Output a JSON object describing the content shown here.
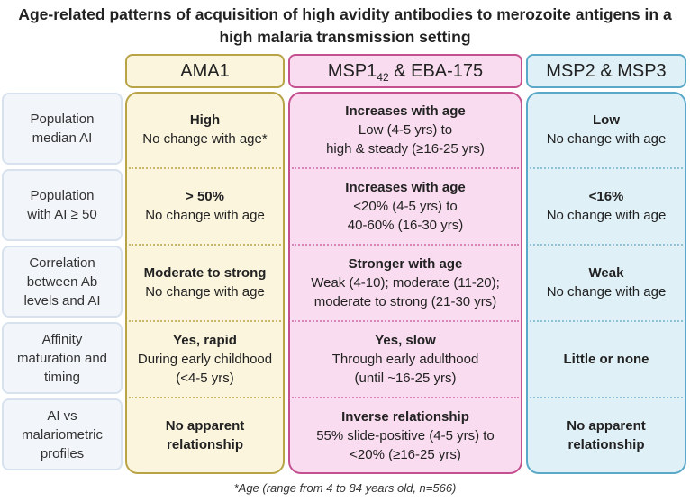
{
  "title": {
    "line1": "Age-related patterns of acquisition of high avidity antibodies to merozoite antigens in a",
    "line2": "high malaria transmission setting"
  },
  "columns": {
    "ama1": "AMA1",
    "msp142": {
      "prefix": "MSP1",
      "subscript": "42",
      "suffix": " & EBA-175"
    },
    "msp2": "MSP2 & MSP3"
  },
  "rows": [
    {
      "label": [
        "Population",
        "median AI"
      ],
      "ama1": {
        "head": "High",
        "lines": [
          "No change with age*"
        ]
      },
      "msp142": {
        "head": "Increases with age",
        "lines": [
          "Low (4-5 yrs) to",
          "high & steady (≥16-25 yrs)"
        ]
      },
      "msp2": {
        "head": "Low",
        "lines": [
          "No change with age"
        ]
      }
    },
    {
      "label": [
        "Population",
        "with AI ≥ 50"
      ],
      "ama1": {
        "head": "> 50%",
        "lines": [
          "No change with age"
        ]
      },
      "msp142": {
        "head": "Increases with age",
        "lines": [
          "<20% (4-5 yrs) to",
          "40-60% (16-30 yrs)"
        ]
      },
      "msp2": {
        "head": "<16%",
        "lines": [
          "No change with age"
        ]
      }
    },
    {
      "label": [
        "Correlation",
        "between Ab",
        "levels and AI"
      ],
      "ama1": {
        "head": "Moderate to strong",
        "lines": [
          "No change with age"
        ]
      },
      "msp142": {
        "head": "Stronger with age",
        "lines": [
          "Weak (4-10); moderate (11-20);",
          "moderate to strong (21-30 yrs)"
        ]
      },
      "msp2": {
        "head": "Weak",
        "lines": [
          "No change with age"
        ]
      }
    },
    {
      "label": [
        "Affinity",
        "maturation and",
        "timing"
      ],
      "ama1": {
        "head": "Yes, rapid",
        "lines": [
          "During early childhood",
          "(<4-5 yrs)"
        ]
      },
      "msp142": {
        "head": "Yes, slow",
        "lines": [
          "Through early adulthood",
          "(until ~16-25 yrs)"
        ]
      },
      "msp2": {
        "head": "Little or none",
        "lines": []
      }
    },
    {
      "label": [
        "AI vs",
        "malariometric",
        "profiles"
      ],
      "ama1": {
        "head": "No apparent relationship",
        "lines": []
      },
      "msp142": {
        "head": "Inverse relationship",
        "lines": [
          "55% slide-positive (4-5 yrs) to",
          "<20% (≥16-25 yrs)"
        ]
      },
      "msp2": {
        "head": "No apparent relationship",
        "lines": []
      }
    }
  ],
  "footnote": "*Age (range from 4 to 84 years old, n=566)",
  "colors": {
    "ama1_fill": "#fbf5dd",
    "ama1_border": "#b8a347",
    "msp142_fill": "#f9dcef",
    "msp142_border": "#c4508f",
    "msp2_fill": "#dff0f7",
    "msp2_border": "#5ba9c8",
    "label_fill": "#f2f6fa",
    "label_border": "#d7e2ee"
  }
}
